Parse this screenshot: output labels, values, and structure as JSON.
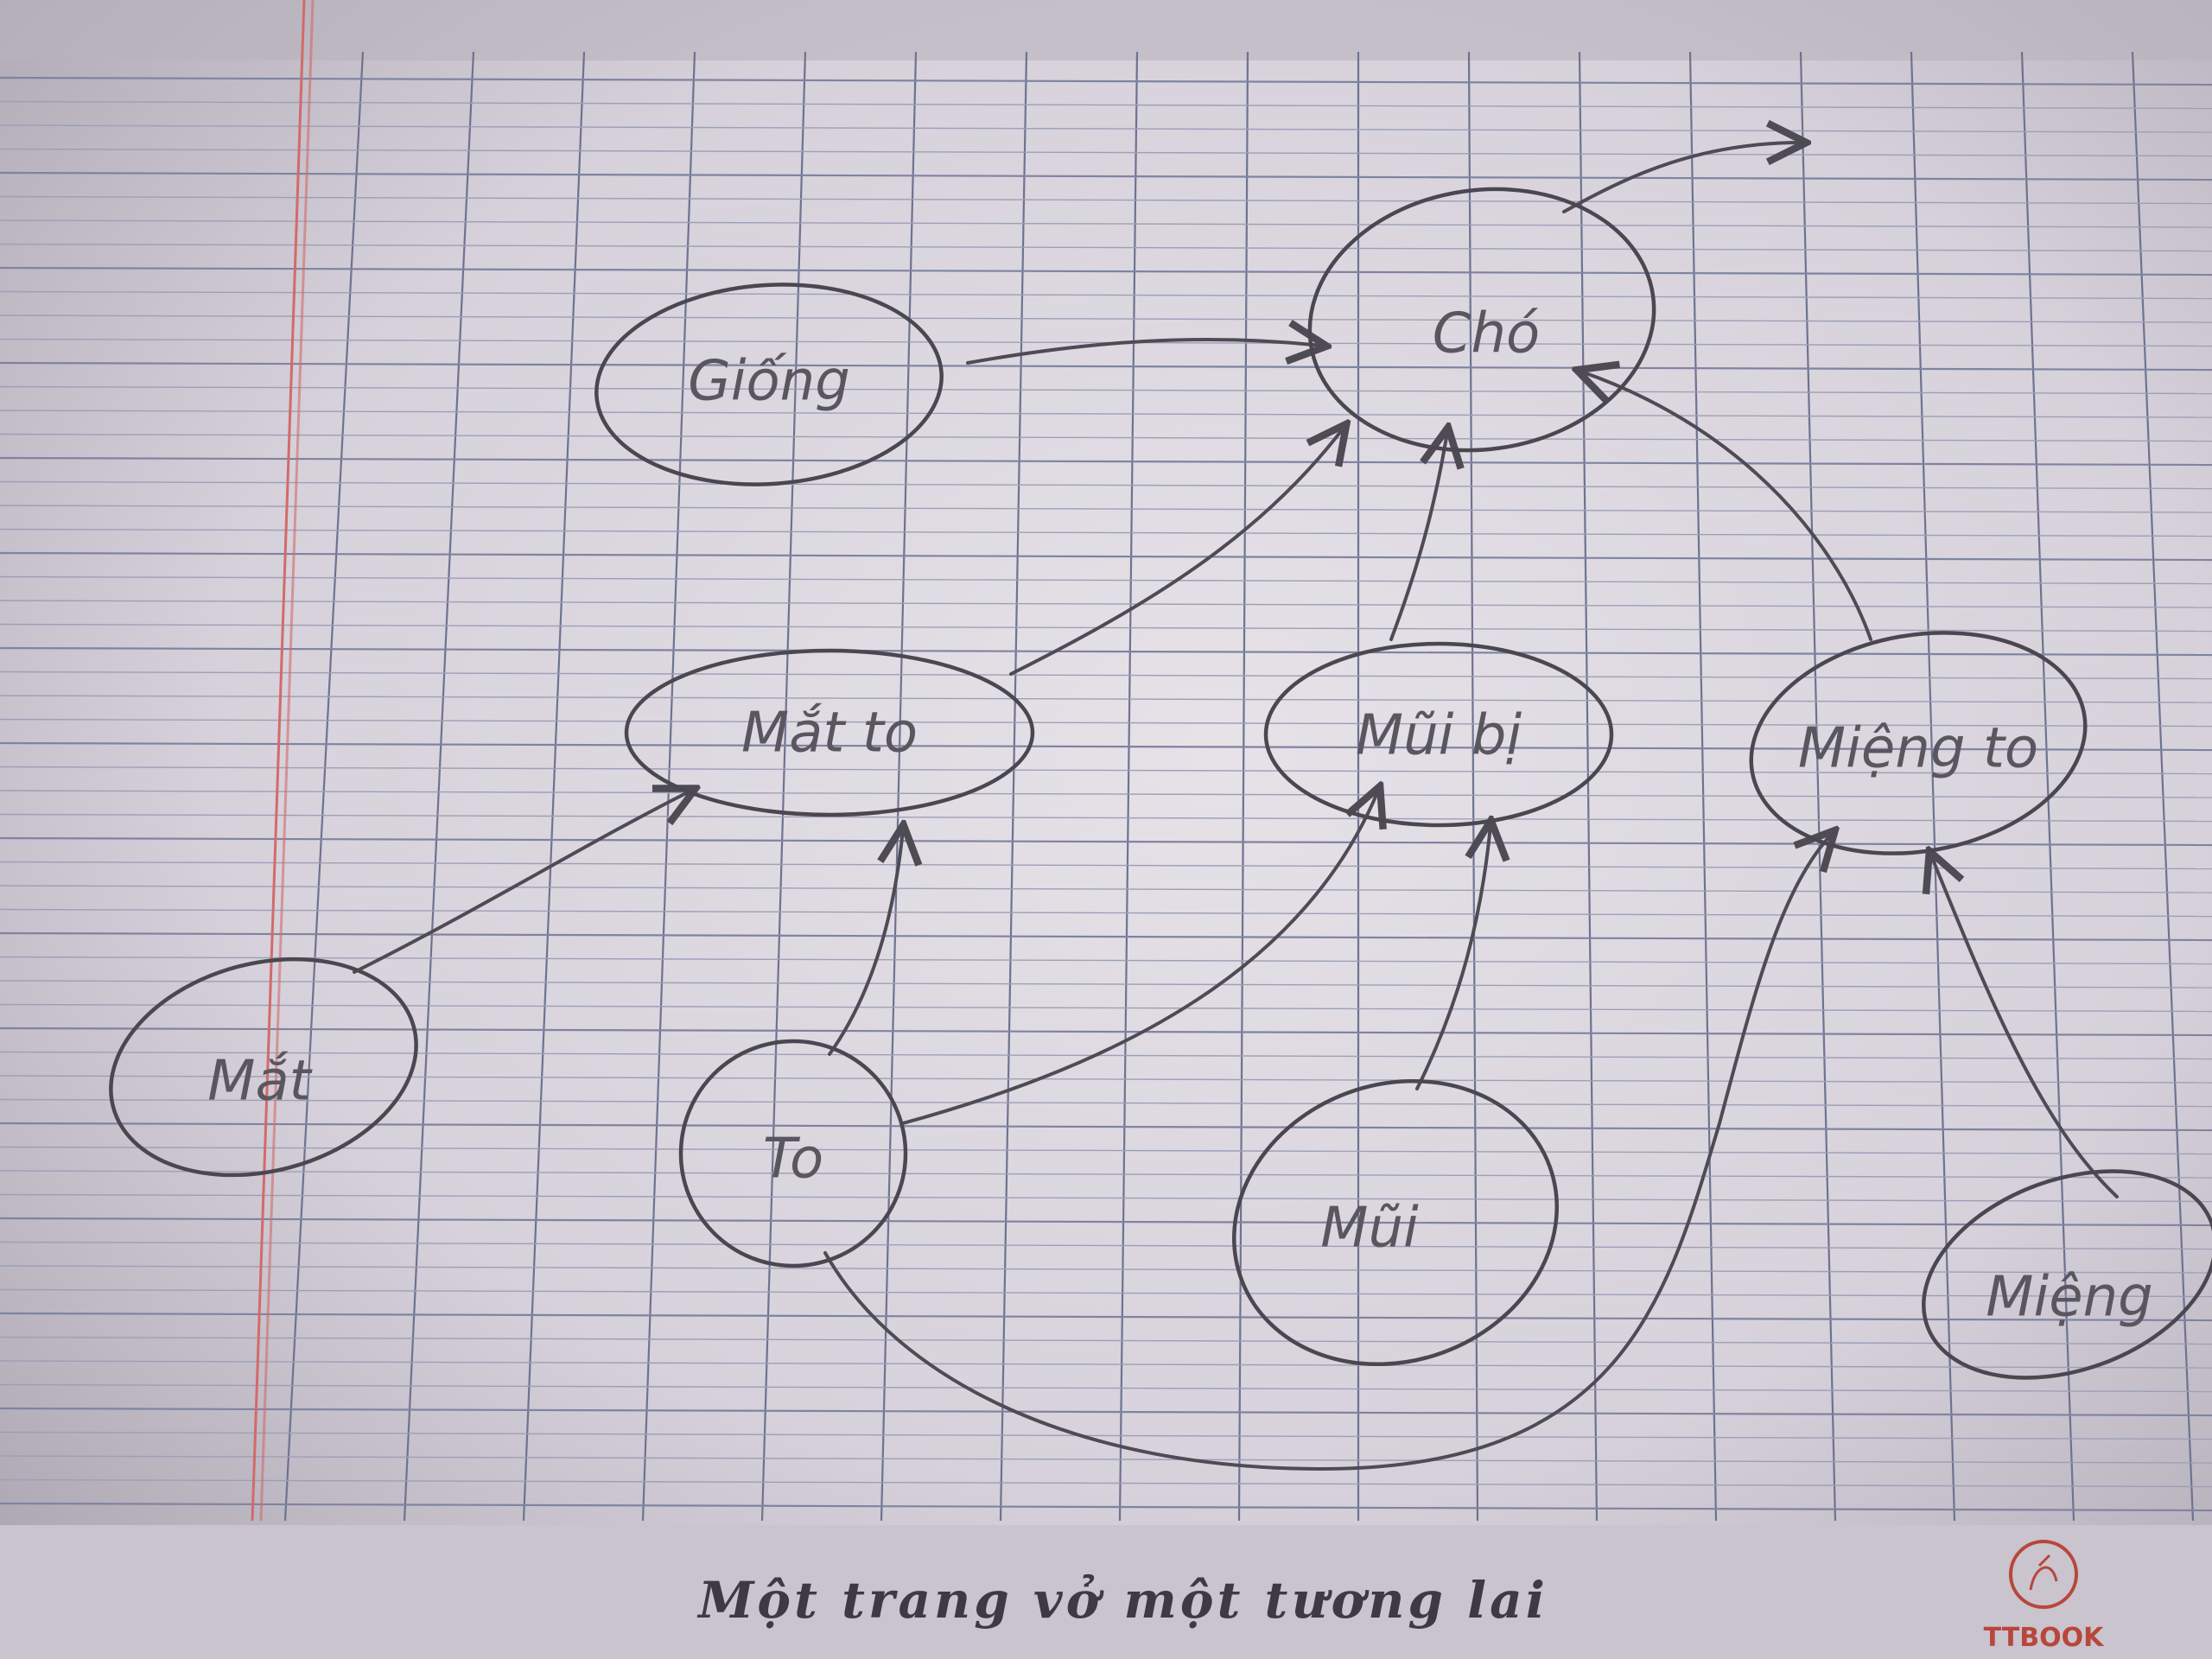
{
  "diagram": {
    "nodes": [
      {
        "id": "giong",
        "label": "Giống"
      },
      {
        "id": "cho",
        "label": "Chó"
      },
      {
        "id": "mat-to",
        "label": "Mắt to"
      },
      {
        "id": "mui-bi",
        "label": "Mũi bị"
      },
      {
        "id": "mieng-to",
        "label": "Miệng to"
      },
      {
        "id": "mat",
        "label": "Mắt"
      },
      {
        "id": "to",
        "label": "To"
      },
      {
        "id": "mui",
        "label": "Mũi"
      },
      {
        "id": "mieng",
        "label": "Miệng"
      }
    ],
    "edges": [
      {
        "from": "giong",
        "to": "cho"
      },
      {
        "from": "mat-to",
        "to": "cho"
      },
      {
        "from": "mui-bi",
        "to": "cho"
      },
      {
        "from": "mieng-to",
        "to": "cho"
      },
      {
        "from": "mat",
        "to": "mat-to"
      },
      {
        "from": "to",
        "to": "mat-to"
      },
      {
        "from": "to",
        "to": "mui-bi"
      },
      {
        "from": "to",
        "to": "mieng-to"
      },
      {
        "from": "mui",
        "to": "mui-bi"
      },
      {
        "from": "mieng",
        "to": "mieng-to"
      },
      {
        "from": "cho",
        "to": ""
      }
    ]
  },
  "page": {
    "footer": "Một trang vở một tương lai",
    "brand": "TTBOOK"
  },
  "colors": {
    "paper": "#d9d5dc",
    "ink": "#4a4750",
    "grid": "#6d7390",
    "margin": "#d36a6a",
    "brand": "#b9463b"
  }
}
